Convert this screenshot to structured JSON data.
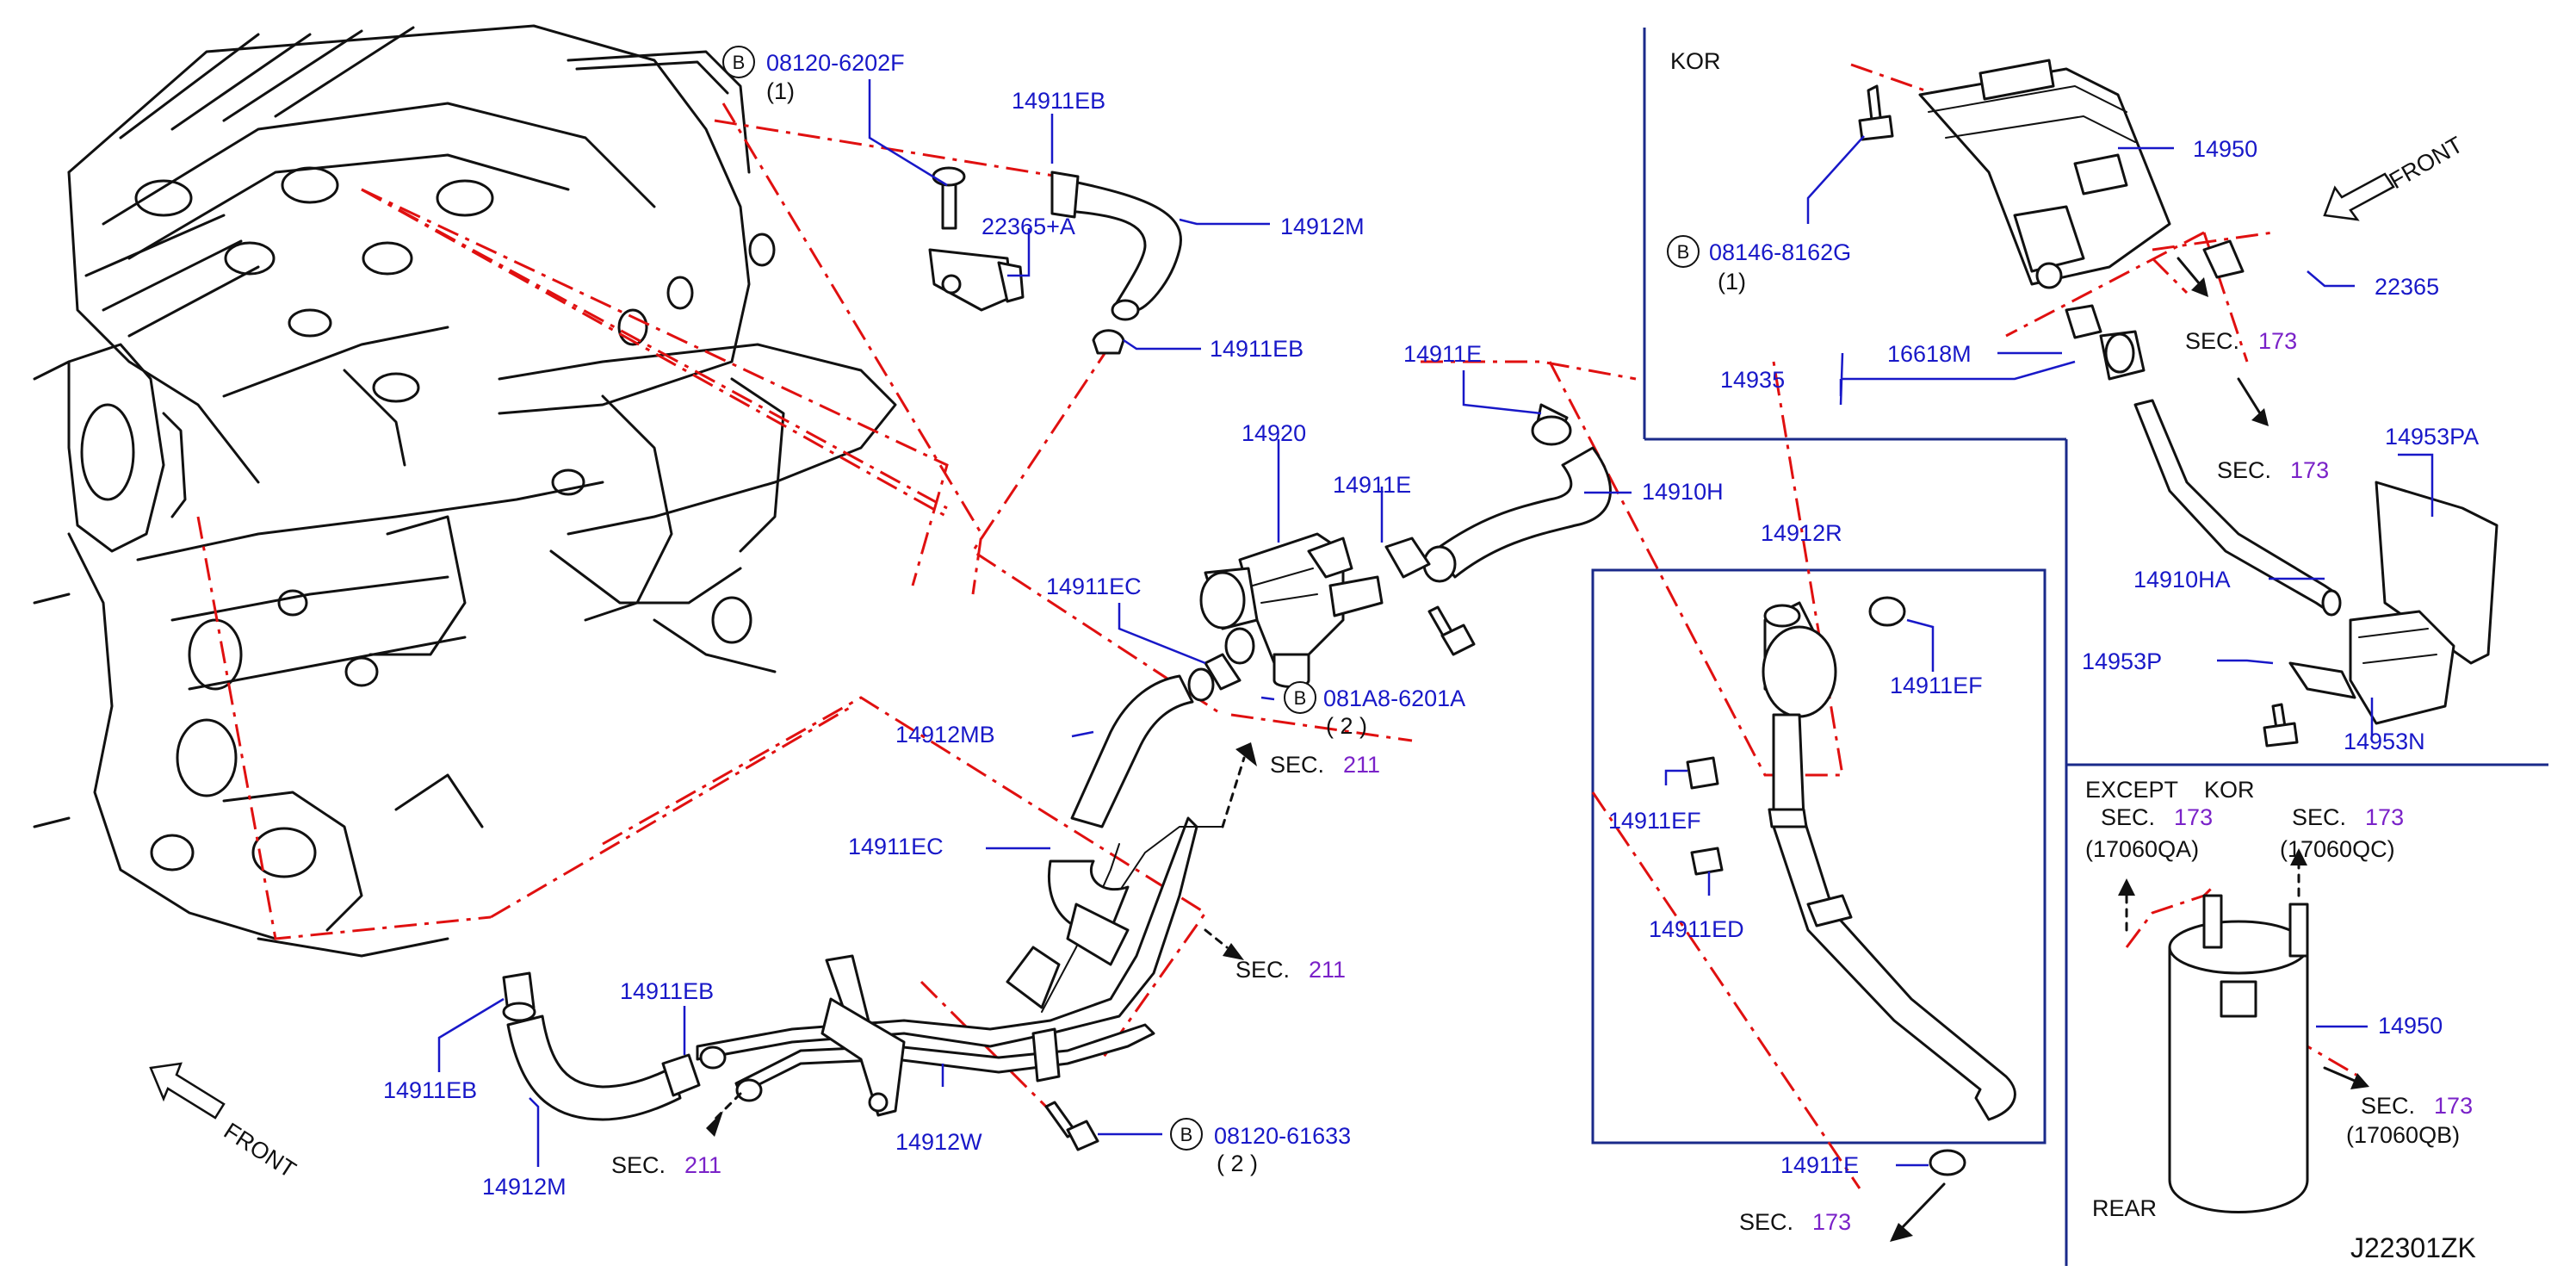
{
  "diagram_code": "J22301ZK",
  "sections": {
    "kor": "KOR",
    "except": "EXCEPT",
    "except_kor": "KOR",
    "rear": "REAR"
  },
  "front_labels": [
    "FRONT",
    "FRONT"
  ],
  "bolt_marker": "B",
  "parts": {
    "p_08120_6202F": "08120-6202F",
    "q_08120_6202F": "(1)",
    "p_14911EB_top": "14911EB",
    "p_22365A": "22365+A",
    "p_14912M_top": "14912M",
    "p_14911EB_mid": "14911EB",
    "p_14911E_top": "14911E",
    "p_14920": "14920",
    "p_14911E_mid": "14911E",
    "p_14910H": "14910H",
    "p_14911EC_top": "14911EC",
    "p_081A8_6201A": "081A8-6201A",
    "q_081A8_6201A": "( 2 )",
    "p_14912MB": "14912MB",
    "p_14911EC_bot": "14911EC",
    "p_14911EB_bot": "14911EB",
    "p_14911EB_left": "14911EB",
    "p_14912M_bot": "14912M",
    "p_14912W": "14912W",
    "p_08120_61633": "08120-61633",
    "q_08120_61633": "( 2 )",
    "p_14912R": "14912R",
    "p_14911EF_r": "14911EF",
    "p_14911EF_l": "14911EF",
    "p_14911ED": "14911ED",
    "p_14911E_bot": "14911E",
    "p_14950_top": "14950",
    "p_08146_8162G": "08146-8162G",
    "q_08146_8162G": "(1)",
    "p_22365": "22365",
    "p_16618M": "16618M",
    "p_14935": "14935",
    "p_14953PA": "14953PA",
    "p_14910HA": "14910HA",
    "p_14953P": "14953P",
    "p_14953N": "14953N",
    "p_14950_bot": "14950",
    "code_17060QA": "(17060QA)",
    "code_17060QC": "(17060QC)",
    "code_17060QB": "(17060QB)"
  },
  "sec_refs": {
    "word": "SEC.",
    "s211_a": "211",
    "s211_b": "211",
    "s211_c": "211",
    "s173_a": "173",
    "s173_b": "173",
    "s173_c": "173",
    "s173_d": "173",
    "s173_e": "173",
    "s173_f": "173"
  },
  "colors": {
    "part_label": "#1818c8",
    "section_number": "#7a22c8",
    "reference_line": "#e01010",
    "region_box": "#1a2a8a"
  }
}
